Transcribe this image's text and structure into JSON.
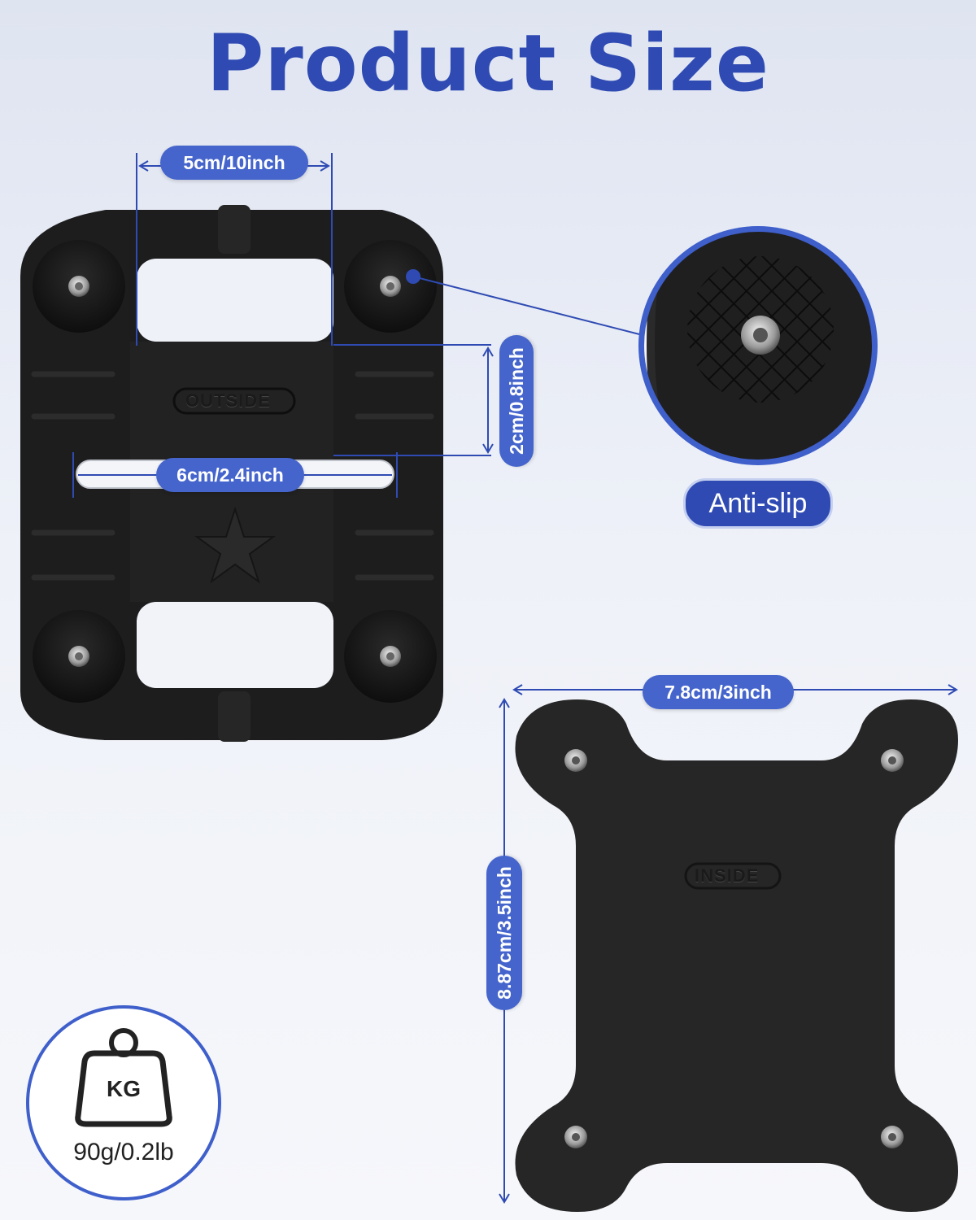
{
  "title": "Product Size",
  "dimensions": {
    "top_width": "5cm/10inch",
    "slot_height": "2cm/0.8inch",
    "slot_width": "6cm/2.4inch",
    "plate_width": "7.8cm/3inch",
    "plate_height": "8.87cm/3.5inch"
  },
  "embossed": {
    "outside": "OUTSIDE",
    "inside": "INSIDE"
  },
  "feature_label": "Anti-slip",
  "weight": {
    "unit_label": "KG",
    "value": "90g/0.2lb"
  },
  "colors": {
    "accent": "#4565cc",
    "title": "#2f4bb3",
    "product": "#1c1c1c"
  }
}
